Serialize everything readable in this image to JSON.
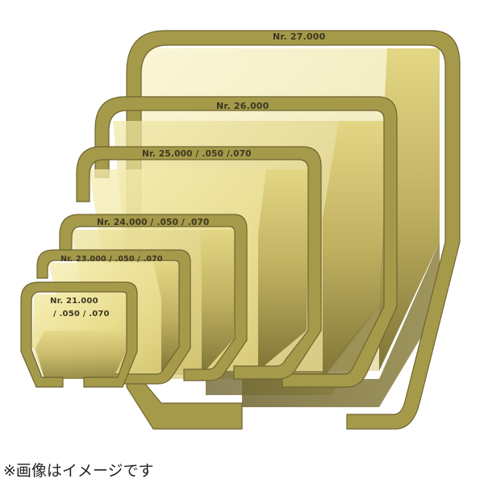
{
  "profiles": [
    {
      "id": "nr-27000",
      "label": "Nr. 27.000"
    },
    {
      "id": "nr-26000",
      "label": "Nr. 26.000"
    },
    {
      "id": "nr-25000",
      "label": "Nr. 25.000 / .050 /.070"
    },
    {
      "id": "nr-24000",
      "label": "Nr. 24.000 / .050 / .070"
    },
    {
      "id": "nr-23000",
      "label": "Nr. 23.000 / .050 / .070"
    },
    {
      "id": "nr-21000",
      "label_line1": "Nr. 21.000",
      "label_line2": "/ .050 / .070"
    }
  ],
  "caption": "※画像はイメージです",
  "colors": {
    "brass_frame": "#a59a4a",
    "brass_frame_edge": "#6e6530",
    "brass_light": "#f2e8a6",
    "brass_mid": "#d9cc78",
    "brass_shadow": "#8a7e3c",
    "brass_dark": "#6b6230",
    "label_text": "#3d3722"
  }
}
